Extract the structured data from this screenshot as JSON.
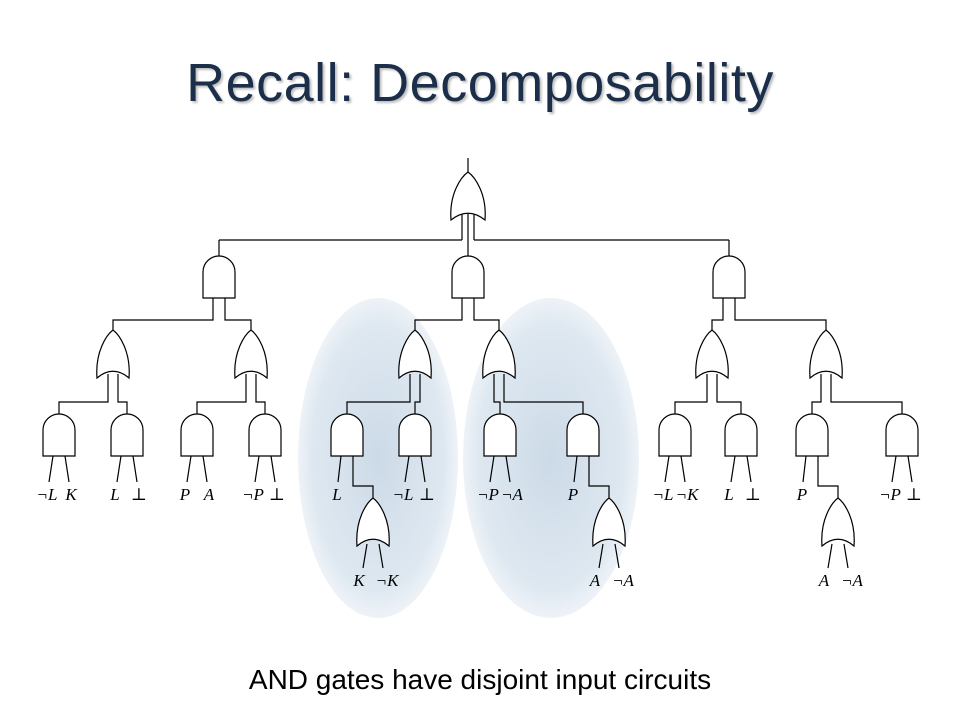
{
  "slide": {
    "title": "Recall: Decomposability",
    "caption": "AND gates have disjoint input circuits"
  },
  "leaf_labels": {
    "g1": [
      "¬L",
      "K"
    ],
    "g2": [
      "L",
      "⊥"
    ],
    "g3": [
      "P",
      "A"
    ],
    "g4": [
      "¬P",
      "⊥"
    ],
    "g5": [
      "L"
    ],
    "g5_or": [
      "K",
      "¬K"
    ],
    "g6": [
      "¬L",
      "⊥"
    ],
    "g7": [
      "¬P",
      "¬A"
    ],
    "g8": [
      "P"
    ],
    "g8_or": [
      "A",
      "¬A"
    ],
    "g9": [
      "¬L",
      "¬K"
    ],
    "g10": [
      "L",
      "⊥"
    ],
    "g11": [
      "P"
    ],
    "g11_or": [
      "A",
      "¬A"
    ],
    "g12": [
      "¬P",
      "⊥"
    ]
  },
  "colors": {
    "title": "#1b2f4a",
    "highlight": "#c7d7e6"
  }
}
